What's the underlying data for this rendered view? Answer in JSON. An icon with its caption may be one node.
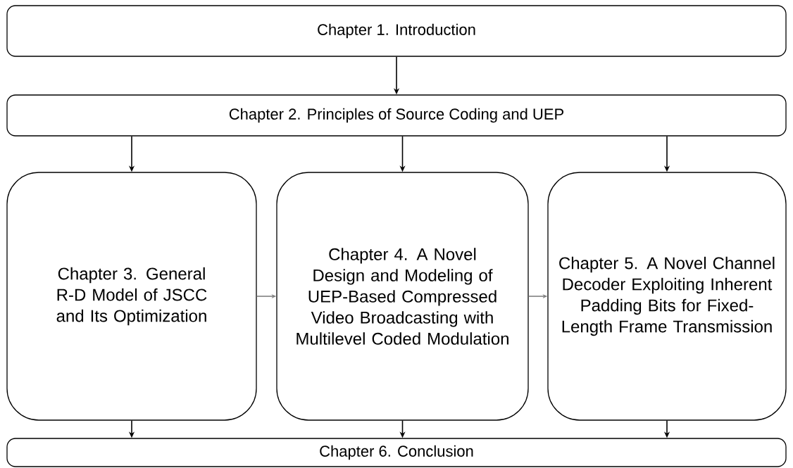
{
  "diagram": {
    "nodes": [
      {
        "text": [
          "Chapter 1. Introduction"
        ]
      },
      {
        "text": [
          "Chapter 2. Principles of Source Coding and UEP"
        ]
      },
      {
        "text": [
          "Chapter 3. General R-D Model of JSCC and Its Optimization"
        ]
      },
      {
        "text": [
          "Chapter 4. A Novel Design and Modeling of UEP-Based Compressed Video Broadcasting with Multilevel Coded Modulation"
        ]
      },
      {
        "text": [
          "Chapter 5. A Novel Channel Decoder Exploiting Inherent Padding Bits for Fixed-Length Frame Transmission"
        ]
      },
      {
        "text": [
          "Chapter 6. Conclusion"
        ]
      }
    ],
    "edges": [
      {
        "from": 0,
        "to": 1,
        "arrow": "to"
      },
      {
        "from": 1,
        "to": 2,
        "arrow": "to"
      },
      {
        "from": 1,
        "to": 3,
        "arrow": "to"
      },
      {
        "from": 1,
        "to": 4,
        "arrow": "to"
      },
      {
        "from": 2,
        "to": 3,
        "arrow": "to",
        "color": "#808080"
      },
      {
        "from": 3,
        "to": 4,
        "arrow": "to",
        "color": "#808080"
      },
      {
        "from": 2,
        "to": 5,
        "arrow": "to"
      },
      {
        "from": 3,
        "to": 5,
        "arrow": "to"
      },
      {
        "from": 4,
        "to": 5,
        "arrow": "to"
      }
    ]
  }
}
